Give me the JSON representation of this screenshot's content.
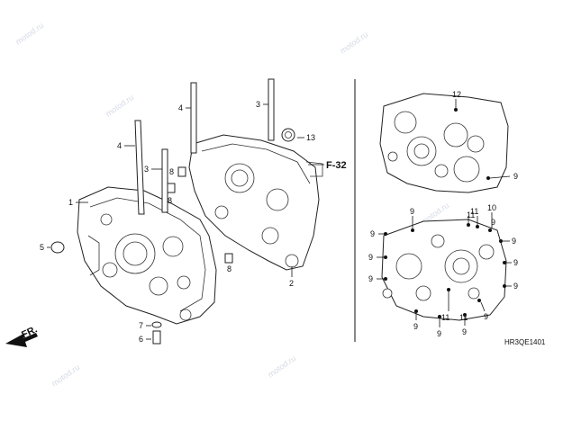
{
  "watermark": {
    "text": "motod.ru"
  },
  "callouts": {
    "c1": "1",
    "c2": "2",
    "c3": "3",
    "c3b": "3",
    "c4": "4",
    "c4b": "4",
    "c5": "5",
    "c6": "6",
    "c7": "7",
    "c8": "8",
    "c8b": "8",
    "c8c": "8",
    "c9a": "9",
    "c9b": "9",
    "c9c": "9",
    "c9d": "9",
    "c9e": "9",
    "c9f": "9",
    "c9g": "9",
    "c9h": "9",
    "c9i": "9",
    "c9j": "9",
    "c9k": "9",
    "c9l": "9",
    "c9m": "9",
    "c10": "10",
    "c11a": "11",
    "c11b": "11",
    "c11c": "11",
    "c11d": "11",
    "c12": "12",
    "c13": "13"
  },
  "reference": {
    "frame": "F-32"
  },
  "direction": {
    "label": "FR."
  },
  "diagram_code": "HR3QE1401"
}
